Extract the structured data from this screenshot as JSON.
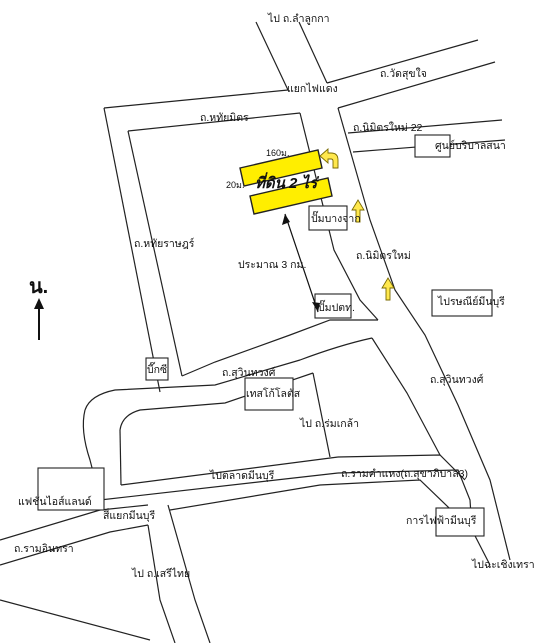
{
  "map": {
    "plot_label": "ที่ดิน 2 ไร่",
    "dim_width": "160ม.",
    "dim_depth": "20ม.",
    "distance_label": "ประมาณ 3 กม.",
    "north_label": "น.",
    "labels": {
      "to_lam_luk_ka": "ไป ถ.ลำลูกกา",
      "wat_suk_jai_rd": "ถ.วัดสุขใจ",
      "traffic_light_jct": "แยกไฟแดง",
      "hathai_mit_rd": "ถ.หทัยมิตร",
      "nimit_mai_22": "ถ.นิมิตรใหม่ 22",
      "public_health_center": "ศูนย์บริบาลสนา",
      "bang_chak_station": "ปั๊มบางจาก",
      "hathai_rat_rd": "ถ.หทัยราษฎร์",
      "nimit_mai_rd": "ถ.นิมิตรใหม่",
      "min_buri_post": "ไปรษณีย์มีนบุรี",
      "ptt_station": "ปั๊มปตท.",
      "b_quik": "บี๊กซี",
      "suwinthawong_rd_w": "ถ.สุวินทวงศ์",
      "suwinthawong_rd_e": "ถ.สุวินทวงศ์",
      "tesco_lotus": "เทสโก้โลตัส",
      "to_romklao_rd": "ไป ถ.ร่มเกล้า",
      "to_min_buri_market": "ไปตลาดมีนบุรี",
      "ramkhamhaeng_rd": "ถ.รามคำแหง(ถ.สุขาภิบาล3)",
      "fashion_island": "แฟชั่นไอส์แลนด์",
      "min_buri_jct": "สี่แยกมีนบุรี",
      "ram_inthra_rd": "ถ.รามอินทรา",
      "min_buri_pea": "การไฟฟ้ามีนบุรี",
      "to_seri_thai_rd": "ไป ถ.เสรีไทย",
      "to_chachoengsao": "ไปฉะเชิงเทรา"
    }
  }
}
